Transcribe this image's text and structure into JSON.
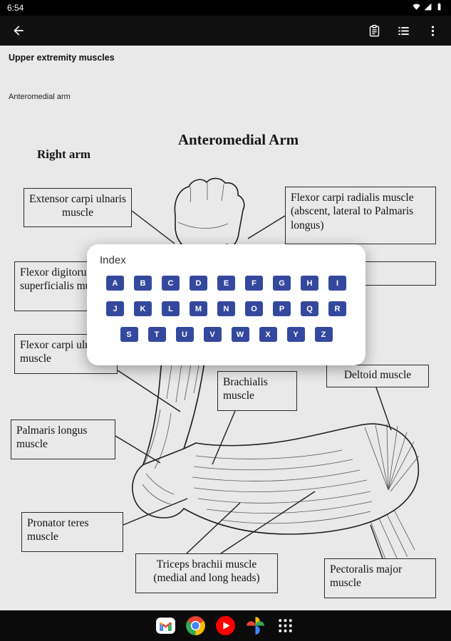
{
  "status_bar": {
    "time": "6:54",
    "icons": [
      "wifi-icon",
      "cellular-signal-icon",
      "battery-icon"
    ]
  },
  "app_bar": {
    "icons": [
      "back-arrow-icon",
      "index-card-icon",
      "list-icon",
      "overflow-menu-icon"
    ]
  },
  "page": {
    "header": "Upper extremity muscles",
    "subheader": "Anteromedial arm",
    "diagram_title": "Anteromedial Arm",
    "side_label": "Right arm",
    "labels": [
      "Extensor carpi ulnaris muscle",
      "Flexor carpi radialis muscle (abscent, lateral to Palmaris longus)",
      "Flexor digitorum superficialis muscle",
      "Flexor carpi ulnaris muscle",
      "Brachialis muscle",
      "Deltoid muscle",
      "Palmaris longus muscle",
      "Pronator teres muscle",
      "Triceps brachii muscle (medial and long heads)",
      "Pectoralis major muscle"
    ]
  },
  "index_dialog": {
    "title": "Index",
    "rows": [
      [
        "A",
        "B",
        "C",
        "D",
        "E",
        "F",
        "G",
        "H",
        "I"
      ],
      [
        "J",
        "K",
        "L",
        "M",
        "N",
        "O",
        "P",
        "Q",
        "R"
      ],
      [
        "S",
        "T",
        "U",
        "V",
        "W",
        "X",
        "Y",
        "Z"
      ]
    ],
    "button_color": "#34499e"
  },
  "dock": {
    "icons": [
      "gmail-icon",
      "chrome-icon",
      "youtube-icon",
      "google-photos-icon",
      "apps-grid-icon"
    ]
  },
  "colors": {
    "bar_black": "#0b0b0b",
    "page_bg": "#e9e9e9",
    "accent_blue": "#34499e"
  }
}
